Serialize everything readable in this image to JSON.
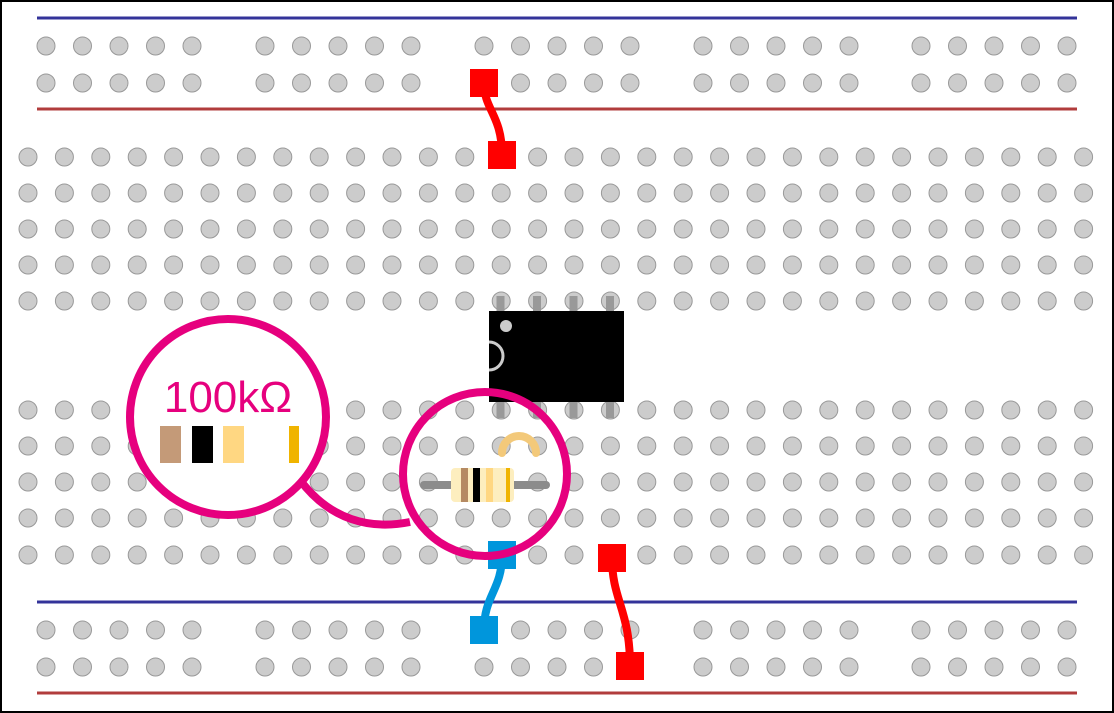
{
  "breadboard": {
    "colors": {
      "board": "#ffffff",
      "border": "#000000",
      "hole_fill": "#cccccc",
      "hole_stroke": "#999999",
      "rail_negative": "#333399",
      "rail_positive": "#b13c3c"
    }
  },
  "chip": {
    "body_color": "#000000",
    "pin_color": "#999999",
    "pins_per_side": 4
  },
  "resistor": {
    "body_color": "#fdeebf",
    "lead_color": "#8c8c8c",
    "bands": [
      "#b58a63",
      "#000000",
      "#ffd782",
      "#f0b400"
    ]
  },
  "jumper": {
    "color": "#f3c97a"
  },
  "callout": {
    "color": "#e6007e",
    "label": "100kΩ",
    "bands": [
      "#c49a78",
      "#000000",
      "#ffd782",
      "#f0b400"
    ]
  },
  "wires": [
    {
      "name": "wire-power-top",
      "color": "#ff0000"
    },
    {
      "name": "wire-ground-bottom",
      "color": "#0096dc"
    },
    {
      "name": "wire-power-bottom",
      "color": "#ff0000"
    }
  ]
}
